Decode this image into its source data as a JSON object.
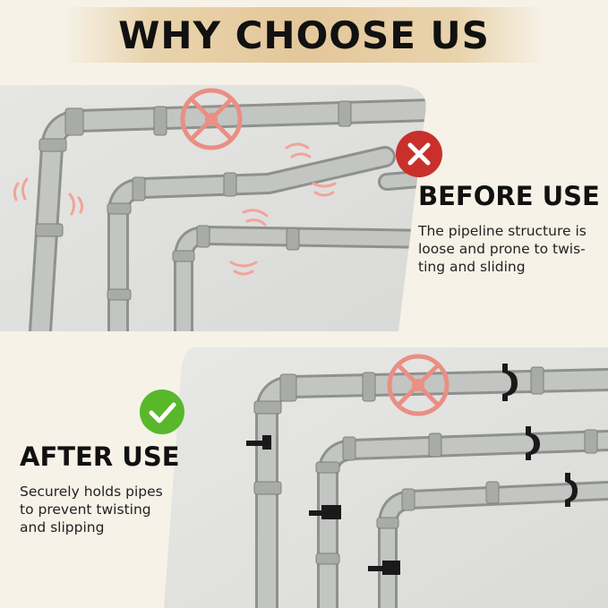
{
  "header": {
    "title": "WHY CHOOSE US"
  },
  "before": {
    "heading": "BEFORE USE",
    "lines": [
      "The pipeline structure is",
      "loose and prone to twis-",
      "ting and sliding"
    ],
    "icon": "cross-icon",
    "color": "#c9302c"
  },
  "after": {
    "heading": "AFTER USE",
    "lines": [
      "Securely holds pipes",
      "to prevent twisting",
      "and slipping"
    ],
    "icon": "check-icon",
    "color": "#58b82a"
  },
  "colors": {
    "banner": "#e4c79a",
    "background": "#f6f2e8",
    "pipe": "#b9bbb8",
    "valve": "#e98f84"
  }
}
